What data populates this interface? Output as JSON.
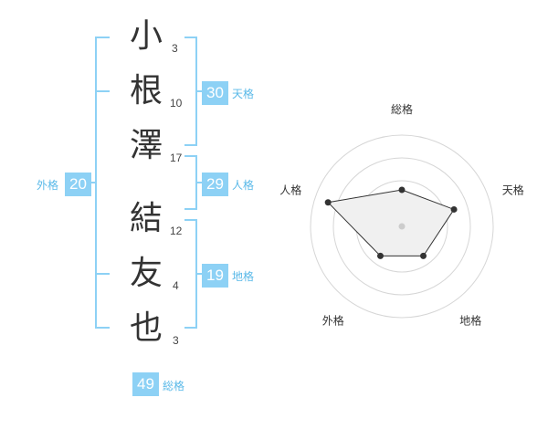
{
  "name_chars": [
    {
      "char": "小",
      "strokes": "3"
    },
    {
      "char": "根",
      "strokes": "10"
    },
    {
      "char": "澤",
      "strokes": "17"
    },
    {
      "char": "結",
      "strokes": "12"
    },
    {
      "char": "友",
      "strokes": "4"
    },
    {
      "char": "也",
      "strokes": "3"
    }
  ],
  "kakaku": {
    "tenkaku": {
      "value": "30",
      "label": "天格"
    },
    "jinkaku": {
      "value": "29",
      "label": "人格"
    },
    "chikaku": {
      "value": "19",
      "label": "地格"
    },
    "gaikaku": {
      "value": "20",
      "label": "外格"
    },
    "soukaku": {
      "value": "49",
      "label": "総格"
    }
  },
  "chart_data": {
    "type": "radar",
    "axes": [
      "総格",
      "天格",
      "地格",
      "外格",
      "人格"
    ],
    "values": [
      0.4,
      0.6,
      0.4,
      0.4,
      0.85
    ],
    "rings": 4,
    "center_dot": true,
    "colors": {
      "fill": "#f0f0f0",
      "stroke": "#333333",
      "grid": "#d6d6d6",
      "accent": "#8dd1f5"
    }
  }
}
